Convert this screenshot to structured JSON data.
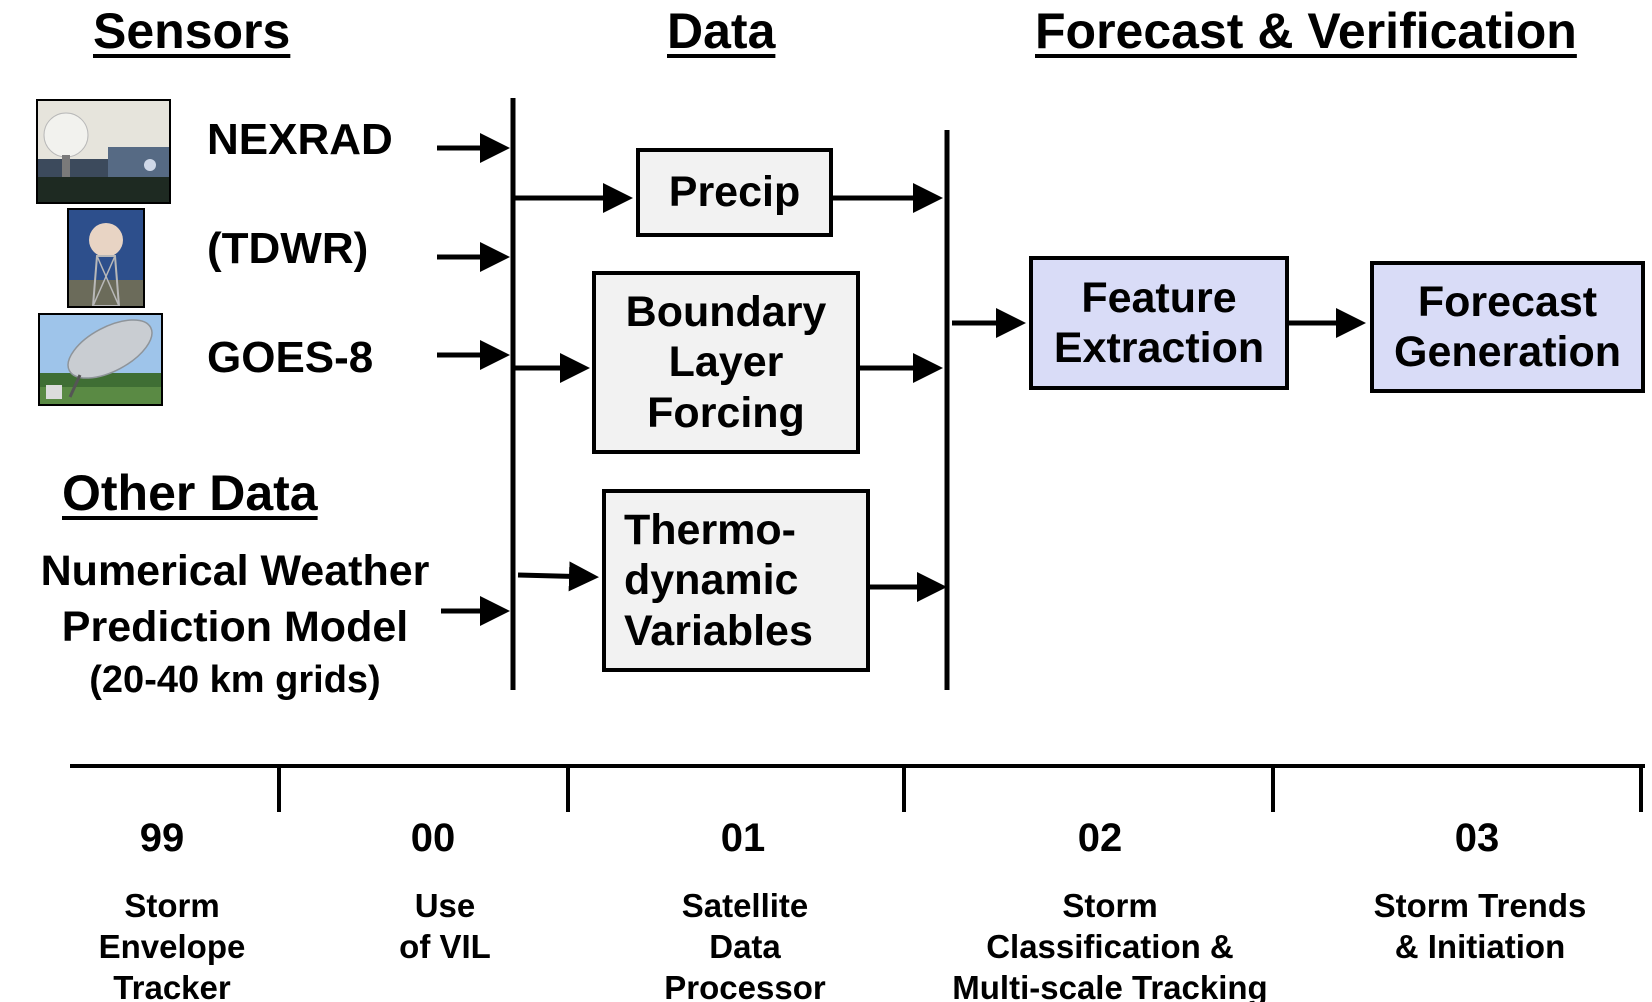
{
  "headers": {
    "sensors": "Sensors",
    "data": "Data",
    "forecast": "Forecast & Verification",
    "other_data": "Other Data"
  },
  "sensors": {
    "nexrad": "NEXRAD",
    "tdwr": "(TDWR)",
    "goes": "GOES-8"
  },
  "nwp": {
    "line1": "Numerical Weather",
    "line2": "Prediction Model",
    "line3": "(20-40 km grids)"
  },
  "boxes": {
    "precip": "Precip",
    "boundary": "Boundary\nLayer\nForcing",
    "thermo": "Thermo-\n  dynamic\nVariables",
    "feature": "Feature\nExtraction",
    "forecast_gen": "Forecast\nGeneration"
  },
  "timeline": [
    {
      "year": "99",
      "label": "Storm\nEnvelope\nTracker"
    },
    {
      "year": "00",
      "label": "Use\nof VIL"
    },
    {
      "year": "01",
      "label": "Satellite\nData\nProcessor"
    },
    {
      "year": "02",
      "label": "Storm\nClassification &\nMulti-scale Tracking"
    },
    {
      "year": "03",
      "label": "Storm Trends\n& Initiation"
    }
  ],
  "colors": {
    "process_box": "#f2f2f2",
    "output_box": "#d9dcf7"
  }
}
